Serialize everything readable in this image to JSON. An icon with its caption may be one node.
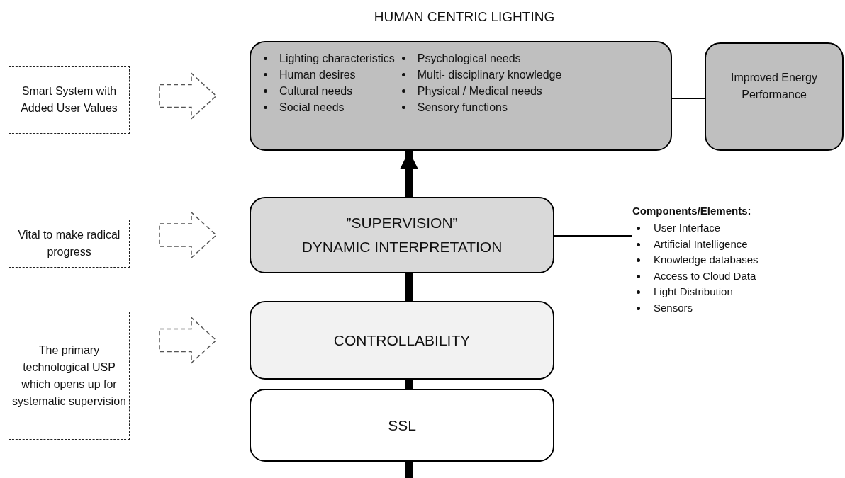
{
  "diagram": {
    "title": "HUMAN CENTRIC LIGHTING",
    "nodes": [
      {
        "text": [
          "Lighting characteristics",
          "Human desires",
          "Cultural needs",
          "Social needs",
          "Psychological needs",
          "Multi- disciplinary knowledge",
          "Physical / Medical needs",
          "Sensory functions"
        ]
      },
      {
        "text": [
          "Improved Energy Performance"
        ]
      },
      {
        "text": [
          "”SUPERVISION”",
          "DYNAMIC INTERPRETATION"
        ]
      },
      {
        "text": [
          "Components/Elements:",
          "User Interface",
          "Artificial Intelligence",
          "Knowledge databases",
          "Access to Cloud Data",
          "Light Distribution",
          "Sensors"
        ]
      },
      {
        "text": [
          "CONTROLLABILITY"
        ]
      },
      {
        "text": [
          "SSL"
        ]
      },
      {
        "text": [
          "Smart System with Added User Values"
        ]
      },
      {
        "text": [
          "Vital to make radical progress"
        ]
      },
      {
        "text": [
          "The primary technological USP which opens up for systematic supervision"
        ]
      }
    ],
    "edges": [
      {
        "from": null,
        "to": 5,
        "arrow": "none"
      },
      {
        "from": 5,
        "to": 4,
        "arrow": "none"
      },
      {
        "from": 4,
        "to": 2,
        "arrow": "none"
      },
      {
        "from": 2,
        "to": 0,
        "arrow": "to"
      },
      {
        "from": 0,
        "to": 1,
        "arrow": "none"
      },
      {
        "from": 2,
        "to": 3,
        "arrow": "none"
      },
      {
        "from": 6,
        "to": 0,
        "arrow": "to",
        "style": "dashed"
      },
      {
        "from": 7,
        "to": 2,
        "arrow": "to",
        "style": "dashed"
      },
      {
        "from": 8,
        "to": 4,
        "arrow": "to",
        "style": "dashed"
      }
    ]
  }
}
